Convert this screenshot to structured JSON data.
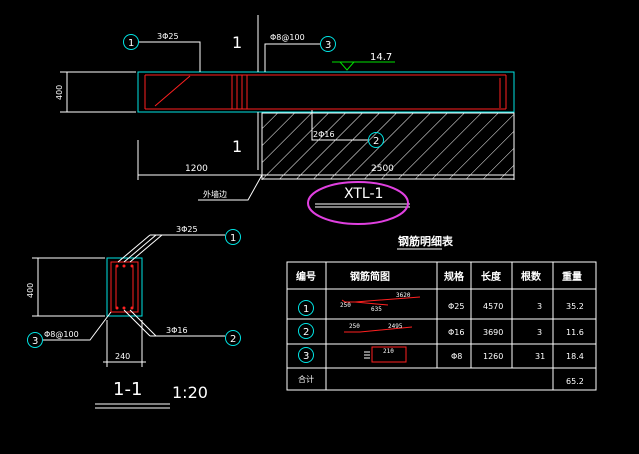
{
  "elevation": {
    "callout_bar_top": "3Φ25",
    "callout_stirrup": "Φ8@100",
    "callout_bar_bottom": "2Φ16",
    "marker_1": "1",
    "marker_2": "2",
    "marker_3": "3",
    "section_mark_top": "1",
    "section_mark_bottom": "1",
    "elevation_level": "14.7",
    "dim_height": "400",
    "dim_left": "1200",
    "dim_right": "2500",
    "wall_label": "外墙边",
    "beam_title": "XTL-1"
  },
  "section": {
    "callout_top": "3Φ25",
    "callout_bottom": "3Φ16",
    "callout_stirrup": "Φ8@100",
    "marker_1": "1",
    "marker_2": "2",
    "marker_3": "3",
    "dim_height": "400",
    "dim_width": "240",
    "title": "1-1",
    "scale": "1:20"
  },
  "table": {
    "title": "钢筋明细表",
    "headers": [
      "编号",
      "钢筋简图",
      "规格",
      "长度",
      "根数",
      "重量"
    ],
    "rows": [
      {
        "no": "1",
        "sketch_a": "3620",
        "sketch_b": "635",
        "sketch_c": "250",
        "spec": "Φ25",
        "length": "4570",
        "count": "3",
        "weight": "35.2"
      },
      {
        "no": "2",
        "sketch_a": "2495",
        "sketch_b": "250",
        "sketch_c": "",
        "spec": "Φ16",
        "length": "3690",
        "count": "3",
        "weight": "11.6"
      },
      {
        "no": "3",
        "sketch_a": "210",
        "sketch_b": "",
        "sketch_c": "",
        "spec": "Φ8",
        "length": "1260",
        "count": "31",
        "weight": "18.4"
      }
    ],
    "total_label": "合计",
    "total_weight": "65.2"
  },
  "colors": {
    "background": "#000000",
    "concrete_outline": "#00e5e5",
    "rebar": "#ff2020",
    "annotation": "#ffffff",
    "level_marker": "#00e000",
    "highlight": "#e040e0"
  }
}
